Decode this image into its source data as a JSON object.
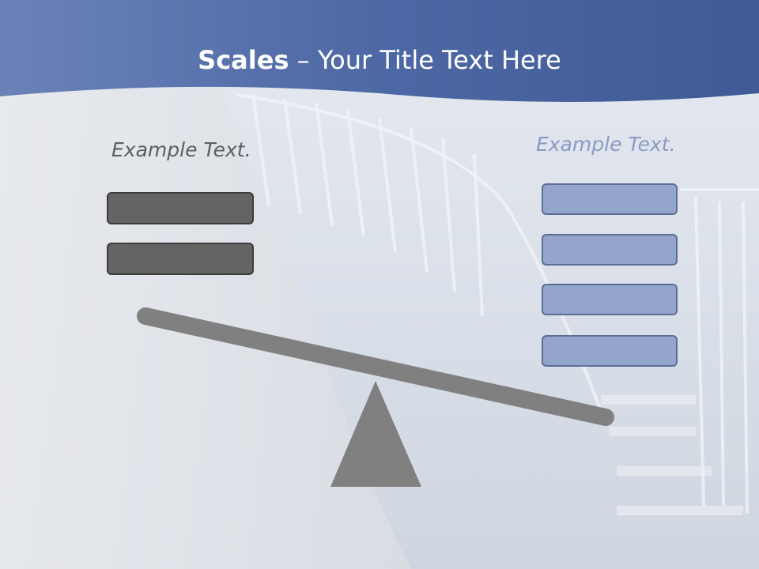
{
  "slide": {
    "title_bold": "Scales",
    "title_rest": " – Your Title Text Here",
    "left_label": "Example Text.",
    "right_label": "Example Text."
  },
  "colors": {
    "header_blue": "#4f6aa6",
    "heavy_box": "#646464",
    "light_box": "#94a5cc",
    "beam": "#808080"
  },
  "scale": {
    "left_box_count": 2,
    "right_box_count": 4,
    "tilt": "heavier side raised to the left, right side lowered"
  }
}
